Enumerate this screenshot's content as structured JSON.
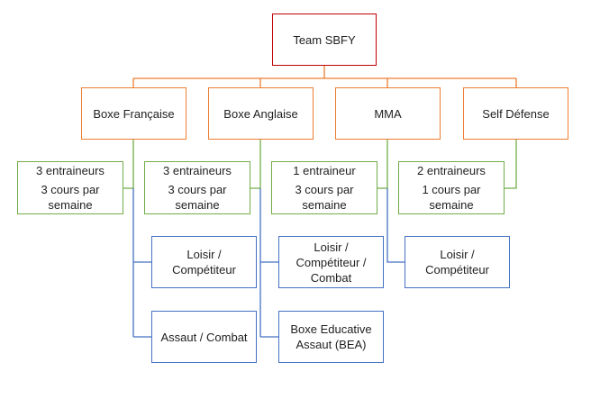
{
  "root": {
    "label": "Team SBFY"
  },
  "colors": {
    "root_border": "#c00000",
    "category_border": "#ed7d31",
    "info_border": "#70ad47",
    "sub_border": "#4472c4"
  },
  "categories": [
    {
      "label": "Boxe Française",
      "info": {
        "line1": "3 entraineurs",
        "line2": "3 cours par semaine"
      },
      "subs": [
        "Loisir / Compétiteur",
        "Assaut / Combat"
      ]
    },
    {
      "label": "Boxe Anglaise",
      "info": {
        "line1": "3 entraineurs",
        "line2": "3 cours par semaine"
      },
      "subs": [
        "Loisir / Compétiteur / Combat",
        "Boxe Educative Assaut (BEA)"
      ]
    },
    {
      "label": "MMA",
      "info": {
        "line1": "1 entraineur",
        "line2": "3 cours par semaine"
      },
      "subs": [
        "Loisir / Compétiteur"
      ]
    },
    {
      "label": "Self Défense",
      "info": {
        "line1": "2 entraineurs",
        "line2": "1 cours par semaine"
      },
      "subs": []
    }
  ]
}
